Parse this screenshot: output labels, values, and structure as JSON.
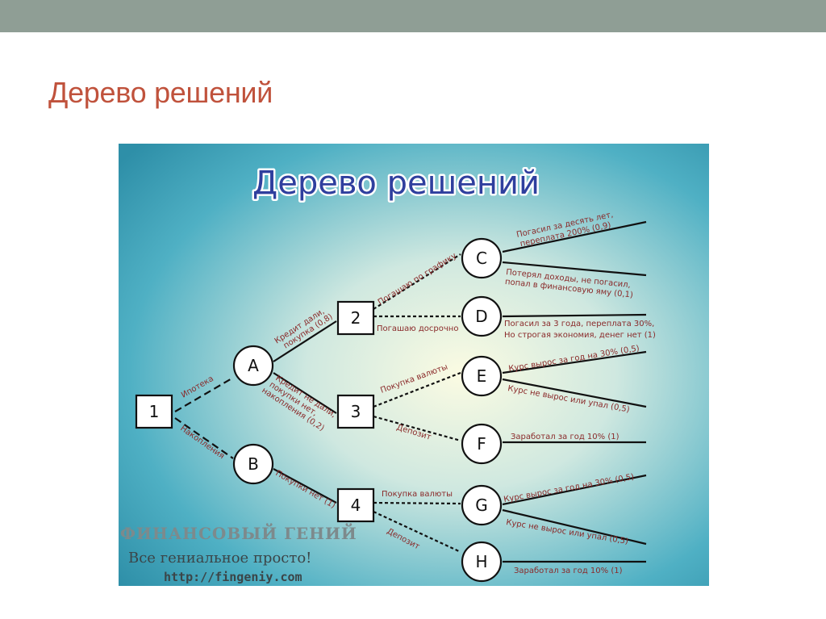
{
  "slide": {
    "title": "Дерево решений"
  },
  "figure": {
    "title": "Дерево решений",
    "nodes": {
      "n1": "1",
      "n2": "2",
      "n3": "3",
      "n4": "4",
      "A": "A",
      "B": "B",
      "C": "C",
      "D": "D",
      "E": "E",
      "F": "F",
      "G": "G",
      "H": "H"
    },
    "edge_labels": {
      "ipoteka": "Ипотека",
      "nakopleniya": "Накопления",
      "kredit_dali_1": "Кредит дали,",
      "kredit_dali_2": "покупка (0,8)",
      "kredit_ne_1": "Кредит не дали,",
      "kredit_ne_2": "покупки нет,",
      "kredit_ne_3": "накопления (0,2)",
      "pokupki_net": "Покупки нет (1)",
      "pogashayu_grafik": "Погашаю по графику",
      "pogashayu_dosrochno": "Погашаю досрочно",
      "pokupka_valyuty_3": "Покупка валюты",
      "depozit_3": "Депозит",
      "pokupka_valyuty_4": "Покупка валюты",
      "depozit_4": "Депозит"
    },
    "outcomes": {
      "c1_1": "Погасил за десять лет,",
      "c1_2": "переплата 200% (0,9)",
      "c2_1": "Потерял доходы, не погасил,",
      "c2_2": "попал в финансовую яму (0,1)",
      "d1_1": "Погасил за 3 года, переплата 30%,",
      "d1_2": "Но строгая экономия, денег нет (1)",
      "e1": "Курс вырос за год на 30% (0,5)",
      "e2": "Курс не вырос или упал (0,5)",
      "f1": "Заработал за год 10% (1)",
      "g1": "Курс вырос за год на 30% (0,5)",
      "g2": "Курс не вырос или упал (0,5)",
      "h1": "Заработал за год 10% (1)"
    },
    "watermark": {
      "brand": "ФИНАНСОВЫЙ ГЕНИЙ",
      "slogan": "Все гениальное просто!",
      "url": "http://fingeniy.com"
    },
    "colors": {
      "title": "#2f3f9e",
      "edge_label": "#8a2a2a",
      "slide_title": "#c0523c",
      "top_bar": "#8f9e95"
    }
  }
}
